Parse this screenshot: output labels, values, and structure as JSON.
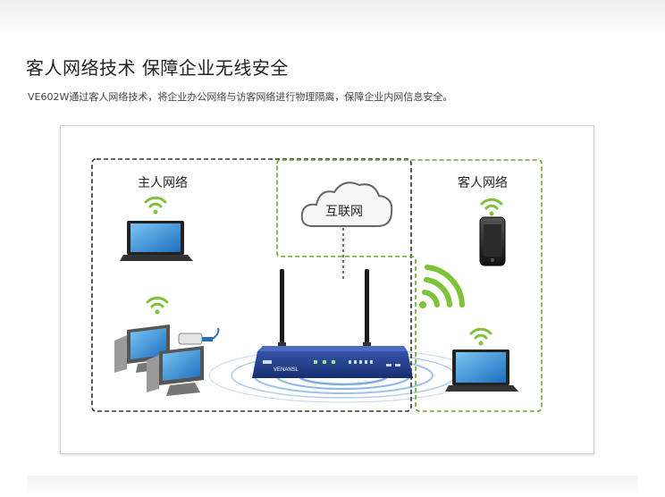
{
  "heading": {
    "title": "客人网络技术 保障企业无线安全",
    "subtitle": "VE602W通过客人网络技术，将企业办公网络与访客网络进行物理隔离，保障企业内网信息安全。"
  },
  "diagram": {
    "host_network_label": "主人网络",
    "guest_network_label": "客人网络",
    "internet_label": "互联网",
    "router_brand": "VENANSL",
    "colors": {
      "host_border": "#333333",
      "guest_border": "#6aaa2a",
      "wifi_green": "#7cc33a",
      "router_blue": "#1f3e8f",
      "ripple_blue": "#4f8fd6",
      "screen_blue": "#3a8fd8"
    }
  }
}
